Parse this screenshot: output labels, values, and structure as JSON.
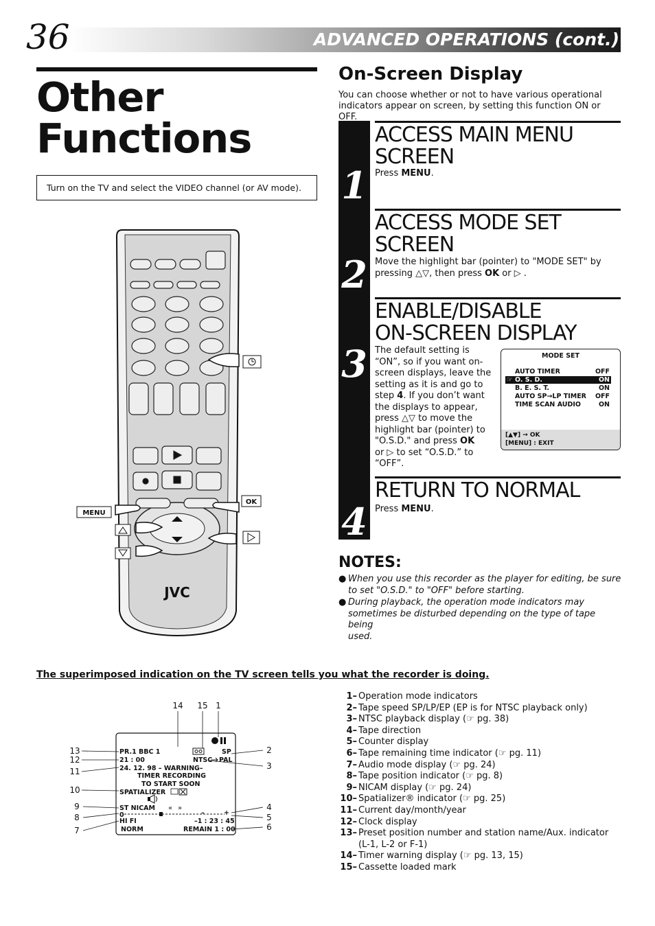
{
  "header": {
    "page_number": "36",
    "section": "ADVANCED OPERATIONS (cont.)"
  },
  "title": {
    "line1": "Other",
    "line2": "Functions"
  },
  "intro_box": "Turn on the TV and select the VIDEO channel (or AV mode).",
  "remote": {
    "brand": "JVC",
    "callouts": {
      "menu": "MENU",
      "ok": "OK"
    }
  },
  "osd": {
    "heading": "On-Screen Display",
    "intro": "You can choose whether or not to have various operational indicators appear on screen, by setting this function ON or OFF.",
    "steps": [
      {
        "num": "1",
        "title_line1": "ACCESS MAIN MENU",
        "title_line2": "SCREEN",
        "text_prefix": "Press ",
        "text_bold": "MENU",
        "text_suffix": "."
      },
      {
        "num": "2",
        "title_line1": "ACCESS MODE SET",
        "title_line2": "SCREEN",
        "text_a": "Move the highlight bar (pointer) to \"MODE SET\" by pressing △▽, then press ",
        "text_bold": "OK",
        "text_b": " or ▷ ."
      },
      {
        "num": "3",
        "title_line1": "ENABLE/DISABLE",
        "title_line2": "ON-SCREEN DISPLAY",
        "lines": [
          "The default setting is",
          "“ON”, so if you want on-",
          "screen displays, leave the",
          "setting as it is and go to"
        ],
        "line5_a": "step ",
        "line5_bold": "4",
        "line5_b": ". If you don’t want",
        "lines2": [
          "the displays to appear,",
          "press △▽ to move the",
          "highlight bar (pointer) to"
        ],
        "line9_a": "\"O.S.D.\" and press ",
        "line9_bold": "OK",
        "lines3": [
          "or ▷ to set “O.S.D.” to",
          "“OFF”."
        ]
      },
      {
        "num": "4",
        "title_line1": "RETURN TO NORMAL",
        "text_prefix": "Press ",
        "text_bold": "MENU",
        "text_suffix": "."
      }
    ]
  },
  "mode_set_screen": {
    "title": "MODE SET",
    "rows": [
      {
        "label": "AUTO TIMER",
        "value": "OFF"
      },
      {
        "label": "O. S. D.",
        "value": "ON",
        "highlight": true
      },
      {
        "label": "B. E. S. T.",
        "value": "ON"
      },
      {
        "label": "AUTO SP→LP TIMER",
        "value": "OFF"
      },
      {
        "label": "TIME SCAN AUDIO",
        "value": "ON"
      }
    ],
    "footer_line1": "[▲▼] → OK",
    "footer_line2": "[MENU] : EXIT"
  },
  "notes": {
    "title": "NOTES:",
    "items": [
      {
        "line1": "When you use this recorder as the player for editing, be sure",
        "line2": "to set \"O.S.D.\" to \"OFF\" before starting."
      },
      {
        "line1": "During playback, the operation mode indicators may",
        "line2": "sometimes be disturbed depending on the type of tape being",
        "line3": "used."
      }
    ]
  },
  "bottom_heading": "The superimposed indication on the TV screen tells you what the recorder is doing.",
  "tv_screen": {
    "top_numbers": [
      "14",
      "15",
      "1"
    ],
    "left_numbers": [
      "13",
      "12",
      "11",
      "10",
      "9",
      "8",
      "7"
    ],
    "right_numbers": [
      "2",
      "3",
      "4",
      "5",
      "6"
    ],
    "lines": {
      "preset": "PR.1 BBC 1",
      "clock": "21 : 00",
      "date_warning": "24. 12. 98 – WARNING–",
      "timer1": "TIMER  RECORDING",
      "timer2": "TO  START  SOON",
      "spatializer": "SPATIALIZER",
      "nicam": "ST NICAM",
      "zero": "0",
      "hifi": "HI FI",
      "counter": "–1 : 23 : 45",
      "norm": "NORM",
      "remain": "REMAIN 1 : 00",
      "sp": "SP",
      "ntsc": "NTSC",
      "pal": "PAL",
      "minus": "–",
      "plus": "+"
    }
  },
  "legend": [
    {
      "n": "1–",
      "text": "Operation mode indicators"
    },
    {
      "n": "2–",
      "text": "Tape speed SP/LP/EP (EP is for NTSC playback only)"
    },
    {
      "n": "3–",
      "text": "NTSC playback display (☞ pg. 38)"
    },
    {
      "n": "4–",
      "text": "Tape direction"
    },
    {
      "n": "5–",
      "text": "Counter display"
    },
    {
      "n": "6–",
      "text": "Tape remaining time indicator (☞ pg. 11)"
    },
    {
      "n": "7–",
      "text": "Audio mode display (☞ pg. 24)"
    },
    {
      "n": "8–",
      "text": "Tape position indicator (☞ pg. 8)"
    },
    {
      "n": "9–",
      "text": "NICAM display (☞ pg. 24)"
    },
    {
      "n": "10–",
      "text": "Spatializer® indicator (☞ pg. 25)"
    },
    {
      "n": "11–",
      "text": "Current day/month/year"
    },
    {
      "n": "12–",
      "text": "Clock display"
    },
    {
      "n": "13–",
      "text": "Preset position number and station name/Aux. indicator"
    },
    {
      "n": "",
      "text": "(L-1, L-2 or F-1)"
    },
    {
      "n": "14–",
      "text": "Timer warning display (☞ pg. 13, 15)"
    },
    {
      "n": "15–",
      "text": "Cassette loaded mark"
    }
  ]
}
